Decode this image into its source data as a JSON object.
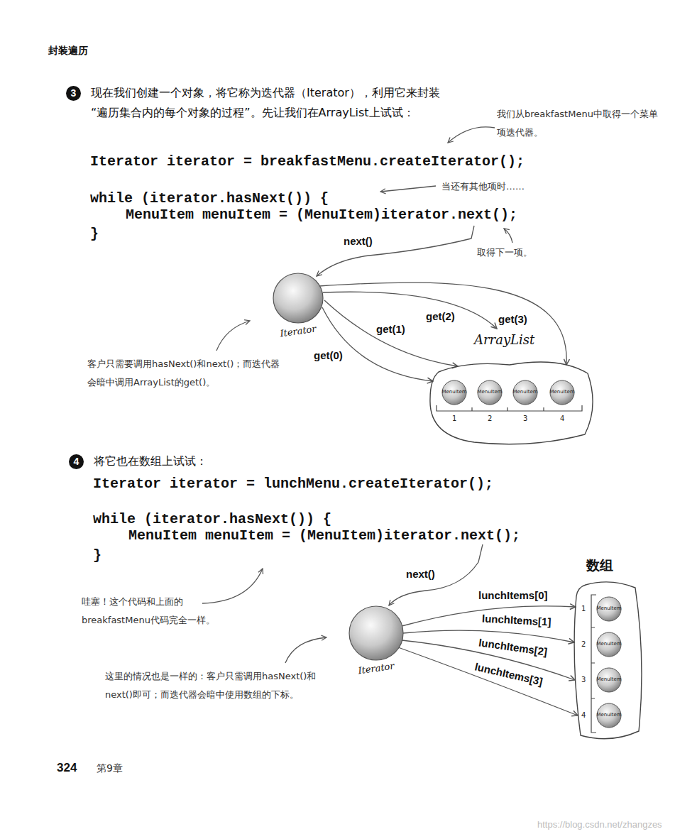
{
  "diagram": {
    "title": "封装遍历",
    "nodes": [
      {
        "text": [
          "Iterator"
        ]
      },
      {
        "text": [
          "ArrayList"
        ]
      },
      {
        "text": [
          "MenuItem"
        ],
        "in": 1
      },
      {
        "text": [
          "MenuItem"
        ],
        "in": 1
      },
      {
        "text": [
          "MenuItem"
        ],
        "in": 1
      },
      {
        "text": [
          "MenuItem"
        ],
        "in": 1
      },
      {
        "text": [
          "Iterator"
        ]
      },
      {
        "text": [
          "数组"
        ]
      },
      {
        "text": [
          "MenuItem"
        ],
        "in": 7
      },
      {
        "text": [
          "MenuItem"
        ],
        "in": 7
      },
      {
        "text": [
          "MenuItem"
        ],
        "in": 7
      },
      {
        "text": [
          "MenuItem"
        ],
        "in": 7
      }
    ],
    "edges": [
      {
        "from": 0,
        "to": 1,
        "label": "get(0)",
        "arrow": "to"
      },
      {
        "from": 0,
        "to": 1,
        "label": "get(1)",
        "arrow": "to"
      },
      {
        "from": 0,
        "to": 1,
        "label": "get(2)",
        "arrow": "to"
      },
      {
        "from": 0,
        "to": 1,
        "label": "get(3)",
        "arrow": "to"
      },
      {
        "from": 6,
        "to": 7,
        "label": "lunchItems[0]",
        "arrow": "to"
      },
      {
        "from": 6,
        "to": 7,
        "label": "lunchItems[1]",
        "arrow": "to"
      },
      {
        "from": 6,
        "to": 7,
        "label": "lunchItems[2]",
        "arrow": "to"
      },
      {
        "from": 6,
        "to": 7,
        "label": "lunchItems[3]",
        "arrow": "to"
      }
    ],
    "labels": [
      "3",
      "现在我们创建一个对象，将它称为迭代器（Iterator），利用它来封装“遍历集合内的每个对象的过程”。先让我们在ArrayList上试试：",
      "我们从breakfastMenu中取得一个菜单项迭代器。",
      "Iterator iterator = breakfastMenu.createIterator();",
      "while (iterator.hasNext()) {",
      "当还有其他项时……",
      "MenuItem menuItem = (MenuItem)iterator.next();",
      "}",
      "next()",
      "取得下一项。",
      "客户只需要调用hasNext()和next()；而迭代器会暗中调用ArrayList的get()。",
      "1",
      "2",
      "3",
      "4",
      "4",
      "将它也在数组上试试：",
      "Iterator iterator = lunchMenu.createIterator();",
      "while (iterator.hasNext()) {",
      "MenuItem menuItem = (MenuItem)iterator.next();",
      "}",
      "next()",
      "哇塞！这个代码和上面的breakfastMenu代码完全一样。",
      "这里的情况也是一样的：客户只需调用hasNext()和next()即可；而迭代器会暗中使用数组的下标。",
      "1",
      "2",
      "3",
      "4",
      "324",
      "第9章",
      "https://blog.csdn.net/zhangzes"
    ]
  }
}
